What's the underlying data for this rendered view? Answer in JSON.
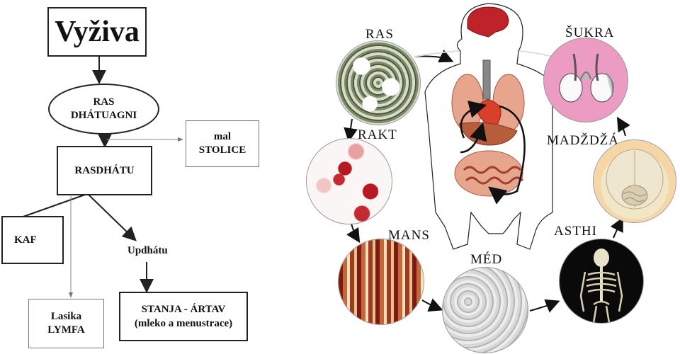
{
  "flowchart": {
    "title": "Vyživa",
    "ras_line1": "RAS",
    "ras_line2": "DHÁTUAGNI",
    "rasdhatu": "RASDHÁTU",
    "mal_line1": "mal",
    "mal_line2": "STOLICE",
    "kaf": "KAF",
    "updhatu": "Updhátu",
    "lasika_line1": "Lasika",
    "lasika_line2": "LYMFA",
    "stanja_line1": "STANJA - ÁRTAV",
    "stanja_line2": "(mleko a menustrace)"
  },
  "cycle": {
    "ras": "RAS",
    "rakt": "RAKT",
    "mans": "MANS",
    "med": "MÉD",
    "asthi": "ASTHI",
    "majja": "MADŽDŽÁ",
    "sukra": "ŠUKRA"
  }
}
